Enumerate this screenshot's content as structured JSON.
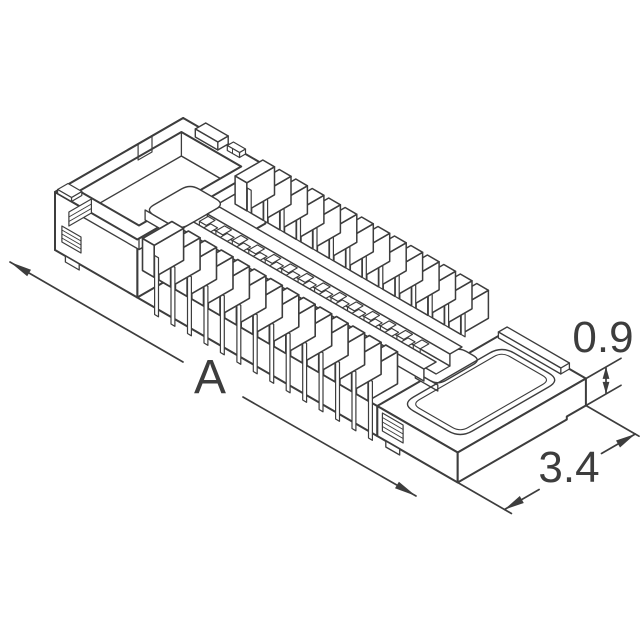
{
  "drawing": {
    "description": "isometric line drawing of a dual-row surface-mount board-to-board connector",
    "labels": {
      "length": "A",
      "height": "0.9",
      "depth": "3.4"
    },
    "colors": {
      "line": "#3d3d3d",
      "background": "#ffffff"
    }
  }
}
